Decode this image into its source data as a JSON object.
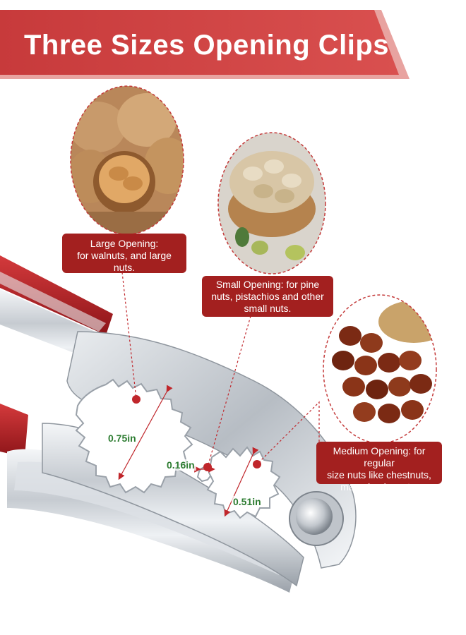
{
  "banner": {
    "title": "Three Sizes Opening Clips",
    "color": "#c4393a"
  },
  "photos": [
    {
      "name": "walnuts-photo",
      "subject": "walnuts"
    },
    {
      "name": "pistachios-photo",
      "subject": "pistachios"
    },
    {
      "name": "chestnuts-photo",
      "subject": "chestnuts"
    }
  ],
  "callouts": {
    "large": {
      "line1": "Large Opening:",
      "line2": "for walnuts, and large nuts."
    },
    "small": {
      "line1": "Small Opening: for pine",
      "line2": "nuts, pistachios and other",
      "line3": "small nuts."
    },
    "medium": {
      "line1": "Medium Opening: for regular",
      "line2": "size nuts like chestnuts,",
      "line3": "macadamias, etc."
    }
  },
  "dimensions": {
    "large": "0.75in",
    "gap": "0.16in",
    "medium": "0.51in"
  },
  "colors": {
    "callout": "#a3201f",
    "dimension_text": "#2e7d32",
    "handle_red": "#b01e23",
    "chrome": "#cfd3d8"
  }
}
